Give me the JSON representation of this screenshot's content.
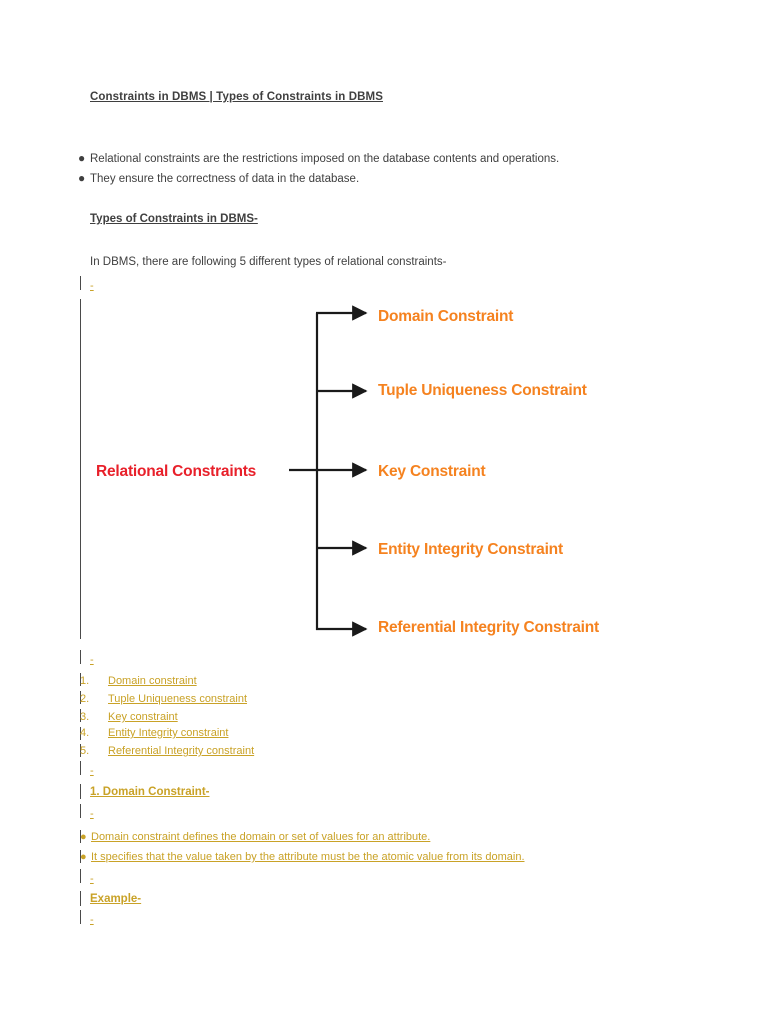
{
  "document": {
    "title": "Constraints in DBMS | Types of Constraints in DBMS",
    "intro_bullets": [
      "Relational constraints are the restrictions imposed on the database contents and operations.",
      "They ensure the correctness of data in the database."
    ],
    "section_heading": "Types of Constraints in DBMS-",
    "intro_paragraph": "In DBMS, there are following 5 different types of relational constraints-",
    "bullet_glyph": "●",
    "empty_line_mark": "-"
  },
  "diagram": {
    "type": "tree",
    "root_label": "Relational Constraints",
    "root_color": "#e8202a",
    "branch_color": "#f5821f",
    "line_color": "#1a1a1a",
    "branches": [
      "Domain Constraint",
      "Tuple Uniqueness Constraint",
      "Key Constraint",
      "Entity Integrity Constraint",
      "Referential Integrity Constraint"
    ]
  },
  "numbered_list": {
    "color": "#c9a227",
    "items": [
      {
        "num": "1.",
        "label": "Domain constraint"
      },
      {
        "num": "2.",
        "label": "Tuple Uniqueness constraint"
      },
      {
        "num": "3.",
        "label": "Key constraint"
      },
      {
        "num": "4.",
        "label": "Entity Integrity constraint"
      },
      {
        "num": "5.",
        "label": "Referential Integrity constraint"
      }
    ]
  },
  "domain_section": {
    "heading": "1. Domain Constraint-",
    "bullet_glyph": "●",
    "bullets": [
      "Domain constraint defines the domain or set of values for an attribute.",
      "It specifies that the value taken by the attribute must be the atomic value from its domain."
    ],
    "example_heading": "Example-"
  }
}
